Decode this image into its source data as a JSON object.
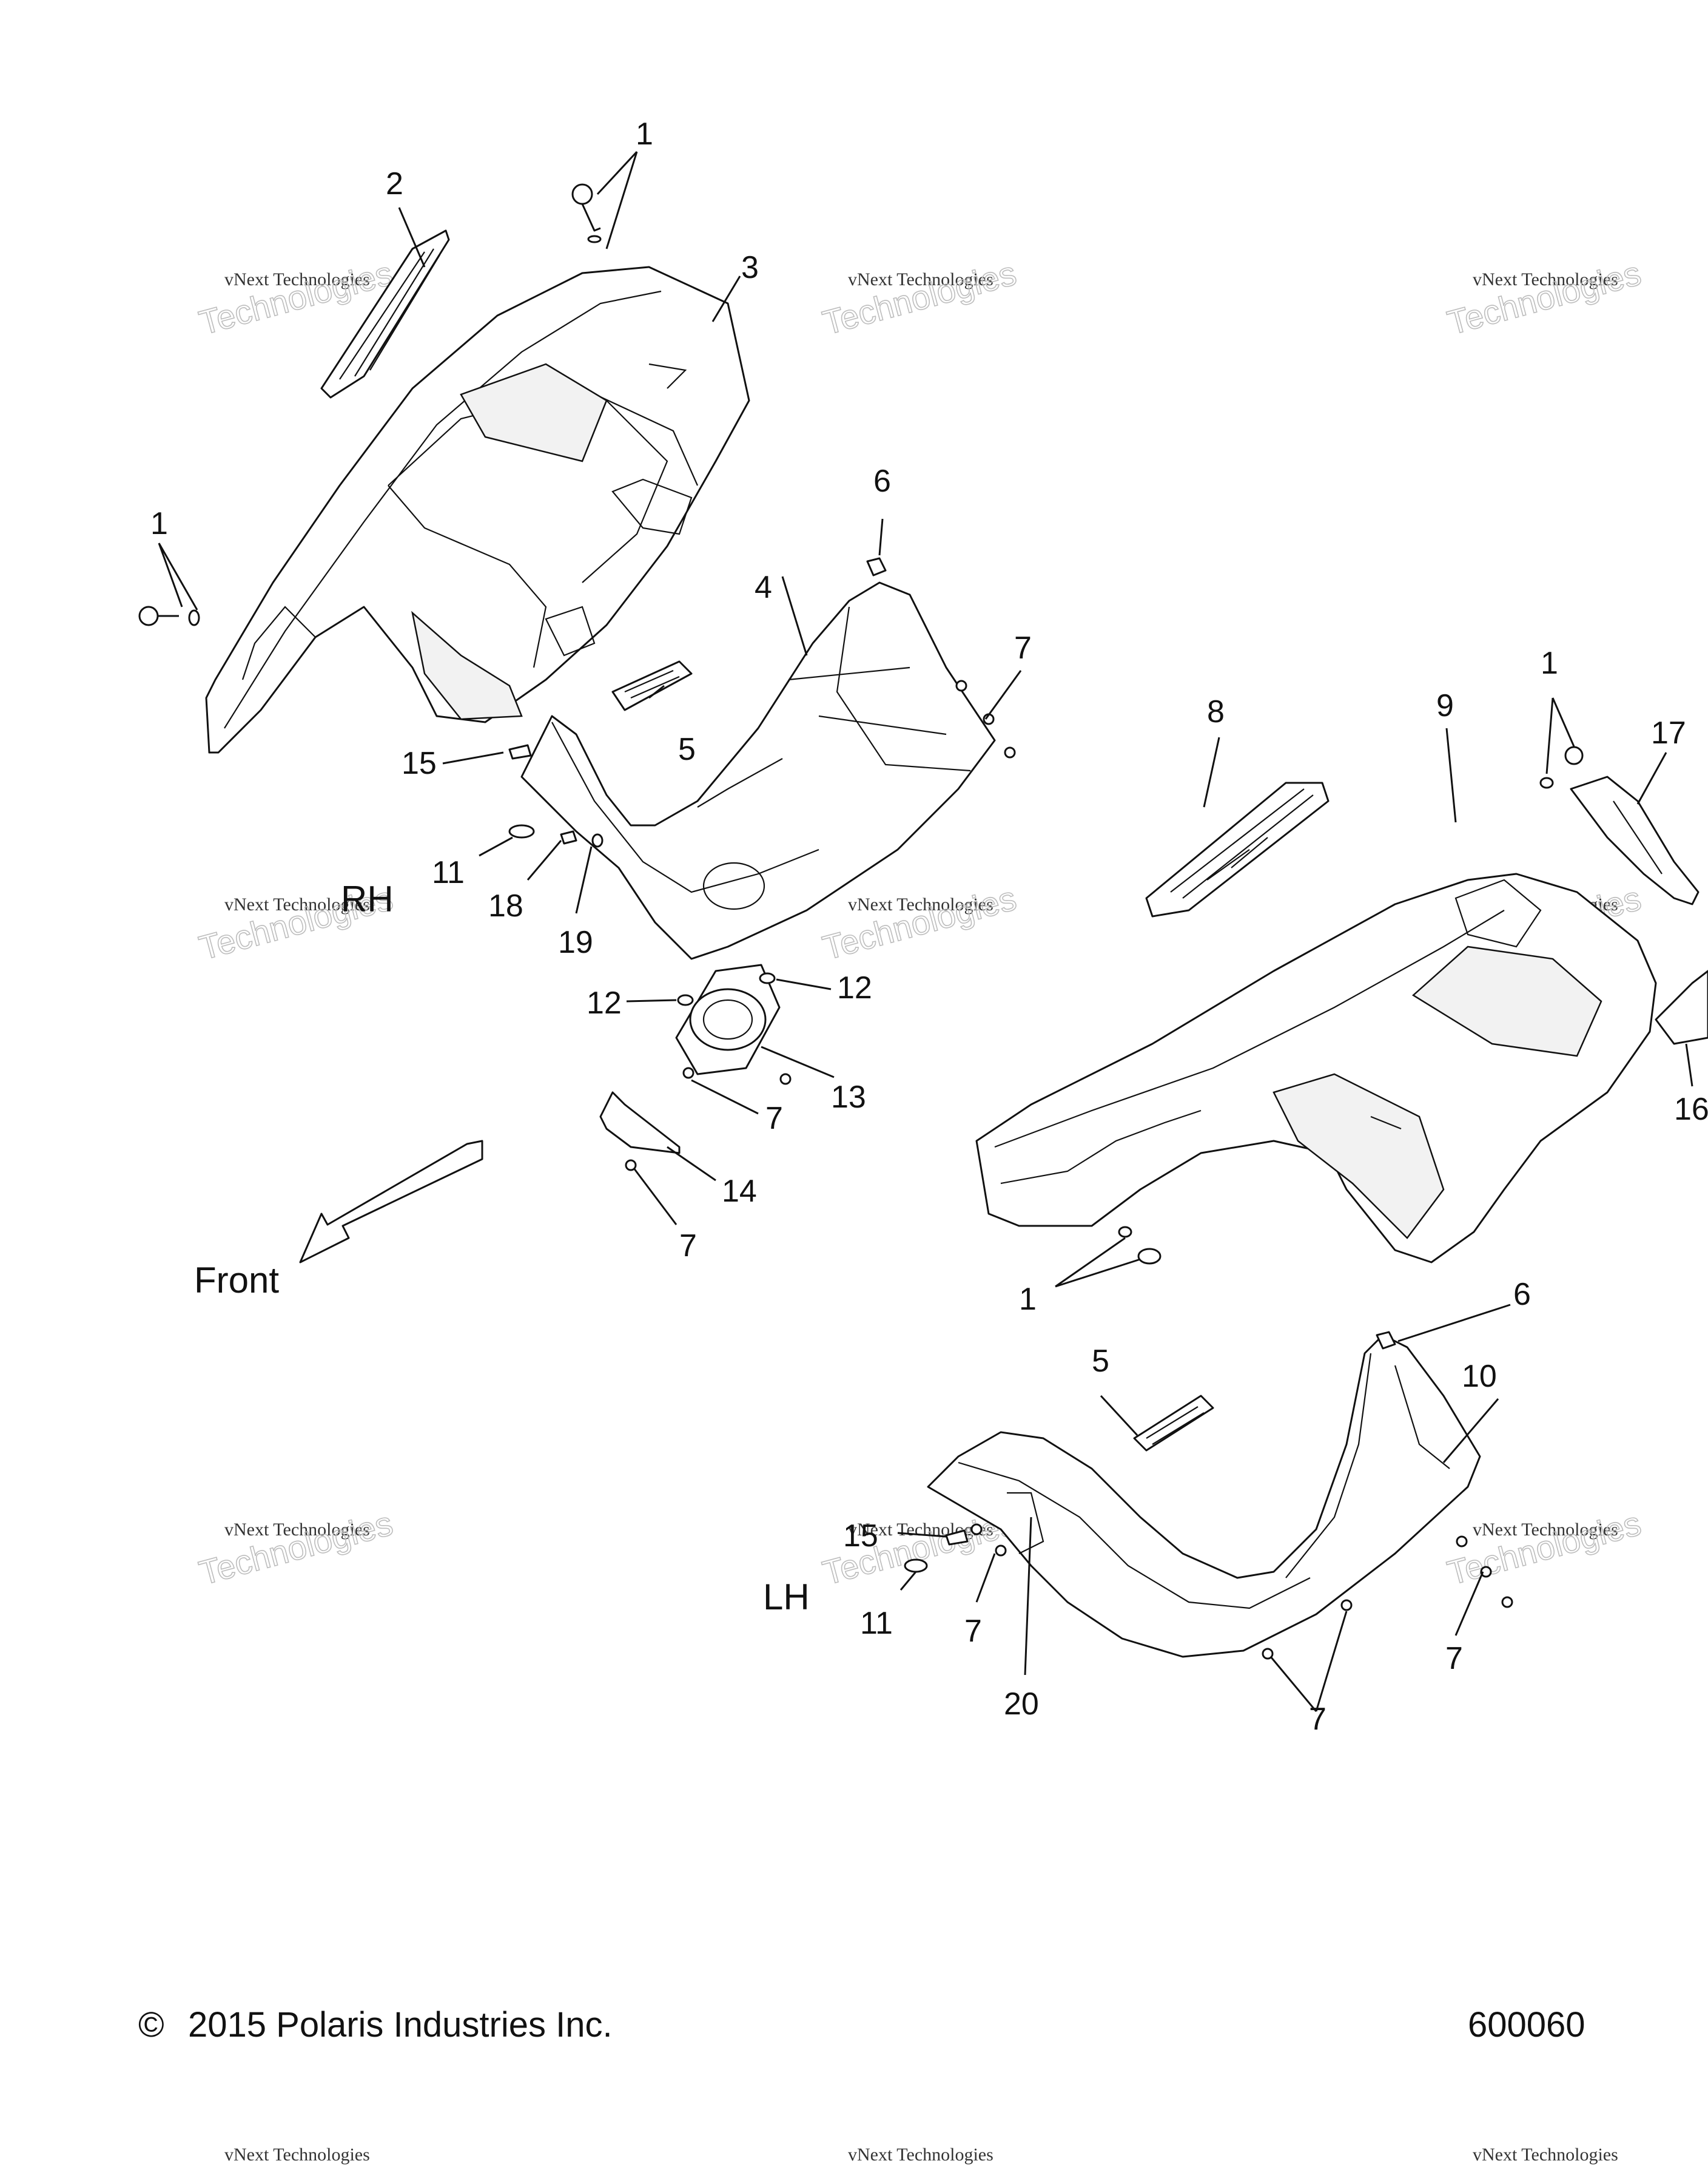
{
  "watermark": {
    "line1": "vNext Technologies",
    "line2": "Technologies"
  },
  "labels": {
    "rh": "RH",
    "lh": "LH",
    "front": "Front"
  },
  "callouts": {
    "c1a": "1",
    "c2": "2",
    "c3": "3",
    "c1b": "1",
    "c6a": "6",
    "c4": "4",
    "c7a": "7",
    "c5a": "5",
    "c15a": "15",
    "c11a": "11",
    "c18": "18",
    "c19": "19",
    "c12a": "12",
    "c12b": "12",
    "c13": "13",
    "c7b": "7",
    "c14": "14",
    "c7c": "7",
    "c8": "8",
    "c9": "9",
    "c1c": "1",
    "c17": "17",
    "c16": "16",
    "c1d": "1",
    "c6b": "6",
    "c10": "10",
    "c5b": "5",
    "c15b": "15",
    "c11b": "11",
    "c7d": "7",
    "c20": "20",
    "c7e": "7",
    "c7f": "7"
  },
  "footer": {
    "copyright_symbol": "©",
    "copyright": "2015 Polaris Industries Inc.",
    "figure_number": "600060"
  }
}
